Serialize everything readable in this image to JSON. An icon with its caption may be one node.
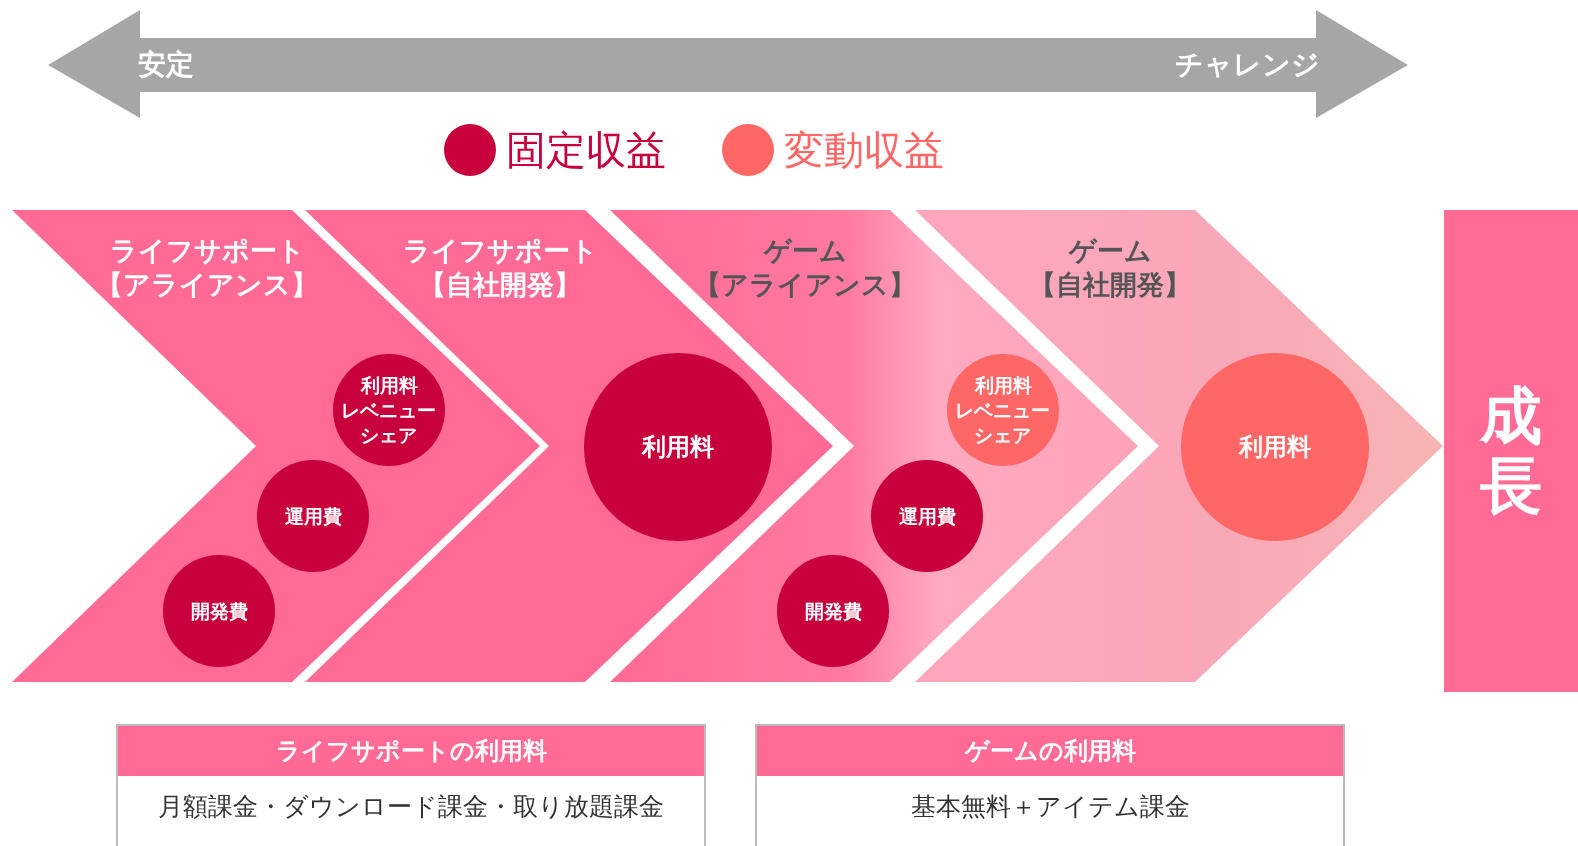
{
  "diagram": {
    "nodes": [
      {
        "text": [
          "ライフサポート",
          "【アライアンス】"
        ]
      },
      {
        "text": [
          "利用料",
          "レベニューシェア"
        ],
        "in": 0
      },
      {
        "text": [
          "運用費"
        ],
        "in": 0
      },
      {
        "text": [
          "開発費"
        ],
        "in": 0
      },
      {
        "text": [
          "ライフサポート",
          "【自社開発】"
        ]
      },
      {
        "text": [
          "利用料"
        ],
        "in": 4
      },
      {
        "text": [
          "ゲーム",
          "【アライアンス】"
        ]
      },
      {
        "text": [
          "利用料",
          "レベニューシェア"
        ],
        "in": 6
      },
      {
        "text": [
          "運用費"
        ],
        "in": 6
      },
      {
        "text": [
          "開発費"
        ],
        "in": 6
      },
      {
        "text": [
          "ゲーム",
          "【自社開発】"
        ]
      },
      {
        "text": [
          "利用料"
        ],
        "in": 10
      },
      {
        "text": [
          "成長"
        ]
      },
      {
        "text": [
          "ライフサポートの利用料",
          "月額課金・ダウンロード課金・取り放題課金"
        ]
      },
      {
        "text": [
          "ゲームの利用料",
          "基本無料＋アイテム課金"
        ]
      }
    ],
    "edges": [],
    "labels": [
      "安定",
      "チャレンジ"
    ],
    "legend": [
      {
        "text": "固定収益",
        "color": "#c8003c"
      },
      {
        "text": "変動収益",
        "color": "#ff6666"
      }
    ]
  }
}
